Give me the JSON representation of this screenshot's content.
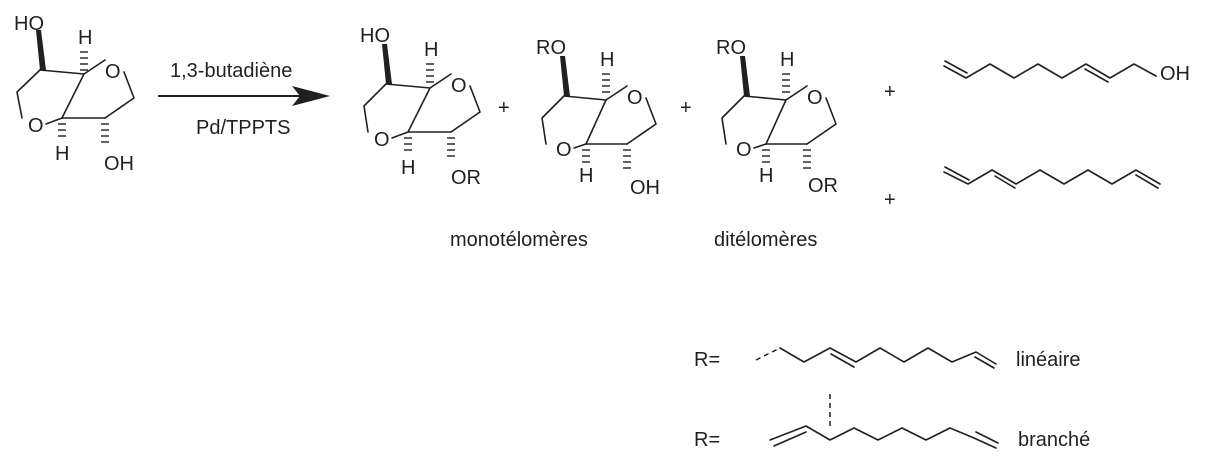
{
  "reaction": {
    "reagent_top": "1,3-butadiène",
    "reagent_bottom": "Pd/TPPTS"
  },
  "atoms": {
    "oh": "OH",
    "ho": "HO",
    "o": "O",
    "h": "H",
    "or": "OR",
    "ro": "RO"
  },
  "plus": "+",
  "labels": {
    "mono": "monotélomères",
    "di": "ditélomères"
  },
  "legend": {
    "r_prefix": "R=",
    "linear": "linéaire",
    "branched": "branché"
  }
}
